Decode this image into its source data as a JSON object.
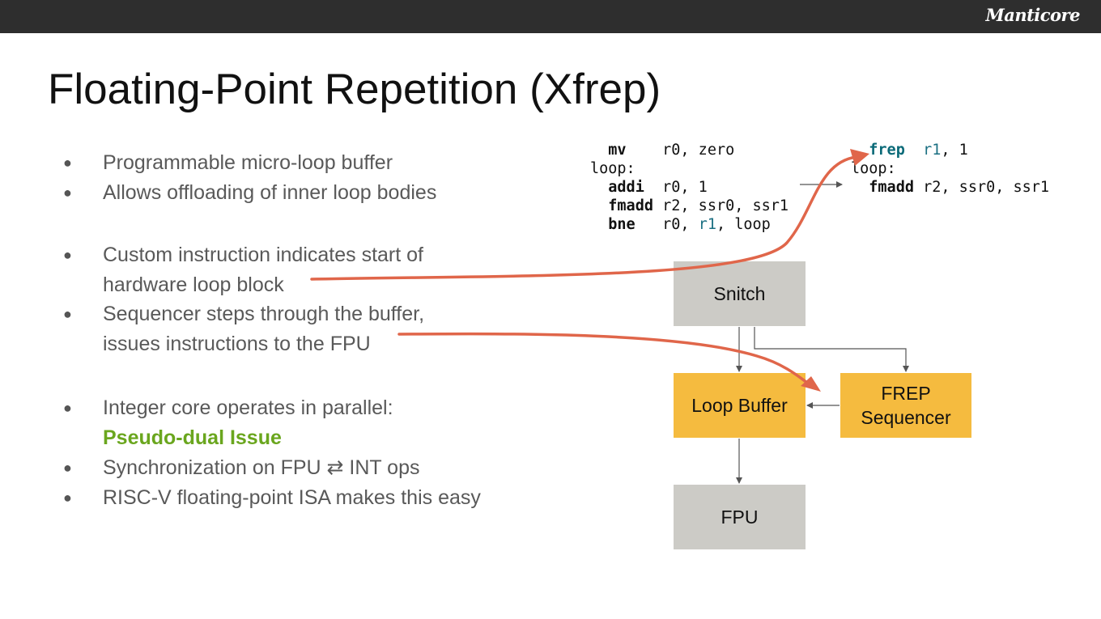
{
  "header": {
    "logo": "Manticore"
  },
  "slide": {
    "title": "Floating-Point Repetition (Xfrep)"
  },
  "bullets": [
    {
      "lines": [
        "Programmable micro-loop buffer"
      ]
    },
    {
      "lines": [
        "Allows offloading of inner loop bodies"
      ]
    },
    {
      "lines": [
        "Custom instruction indicates start of",
        "hardware loop block"
      ]
    },
    {
      "lines": [
        "Sequencer steps through the buffer,",
        "issues instructions to the FPU"
      ]
    },
    {
      "lines": [
        "Integer core operates in parallel:"
      ],
      "highlight": "Pseudo-dual Issue"
    },
    {
      "lines": [
        "Synchronization on FPU ⇄ INT ops"
      ]
    },
    {
      "lines": [
        "RISC-V floating-point ISA makes this easy"
      ]
    }
  ],
  "code_left": [
    {
      "mnemonic": "mv",
      "operands": "r0, zero"
    },
    {
      "label": "loop:"
    },
    {
      "mnemonic": "addi",
      "operands": "r0, 1"
    },
    {
      "mnemonic": "fmadd",
      "operands": "r2, ssr0, ssr1"
    },
    {
      "mnemonic": "bne",
      "operands": "r0, r1, loop"
    }
  ],
  "code_right": [
    {
      "mnemonic": "frep",
      "operands": "r1, 1"
    },
    {
      "label": "loop:"
    },
    {
      "mnemonic": "fmadd",
      "operands": "r2, ssr0, ssr1"
    }
  ],
  "diagram": {
    "snitch": "Snitch",
    "loop_buffer": "Loop Buffer",
    "frep_sequencer_line1": "FREP",
    "frep_sequencer_line2": "Sequencer",
    "fpu": "FPU"
  },
  "colors": {
    "highlight_green": "#6aa61e",
    "box_gray": "#cccbc6",
    "box_gold": "#f5bb3f",
    "arrow_orange": "#e0664a",
    "code_accent": "#0b6a78"
  }
}
